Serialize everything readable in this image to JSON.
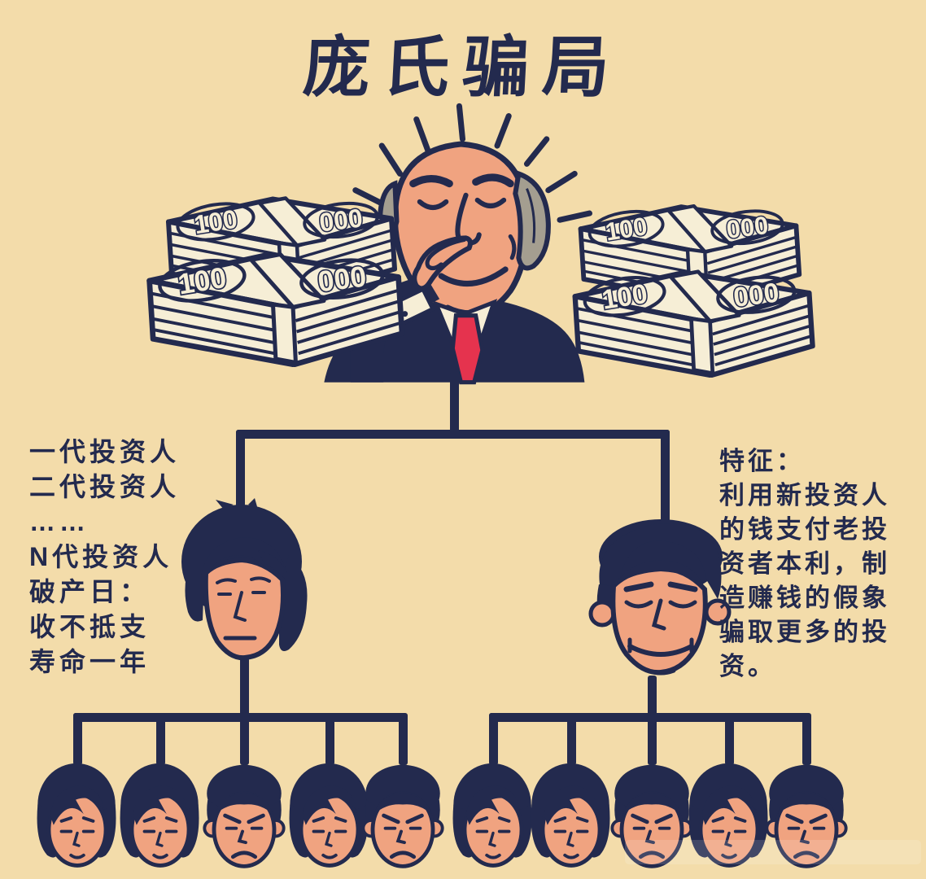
{
  "title": "庞氏骗局",
  "notes": {
    "left": {
      "lines": [
        "一代投资人",
        "二代投资人",
        "……",
        "N代投资人",
        "破产日：",
        "收不抵支",
        "寿命一年"
      ]
    },
    "right": {
      "lines": [
        "特征：",
        "利用新投资人",
        "的钱支付老投",
        "资者本利，制",
        "造赚钱的假象",
        "骗取更多的投",
        "资。"
      ]
    }
  },
  "money_stack": {
    "amount": "100 000",
    "parts": [
      "100",
      "000"
    ]
  },
  "colors": {
    "background": "#f3dcaa",
    "ink": "#232a4e",
    "skin": "#f0a380",
    "paper": "#f6eed6",
    "tie_red": "#e5334e",
    "hair_gray": "#a49e90"
  }
}
